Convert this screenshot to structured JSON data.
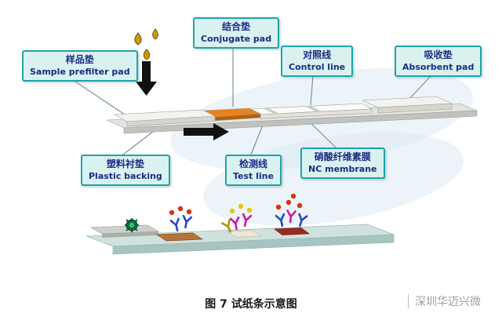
{
  "figure": {
    "caption": "图 7 试纸条示意图",
    "watermark": "深圳华迈兴微"
  },
  "labels": {
    "sample_pad": {
      "zh": "样品垫",
      "en": "Sample prefilter pad"
    },
    "conjugate_pad": {
      "zh": "结合垫",
      "en": "Conjugate pad"
    },
    "control_line": {
      "zh": "对照线",
      "en": "Control line"
    },
    "absorbent_pad": {
      "zh": "吸收垫",
      "en": "Absorbent pad"
    },
    "plastic_backing": {
      "zh": "塑料衬垫",
      "en": "Plastic backing"
    },
    "test_line": {
      "zh": "检测线",
      "en": "Test line"
    },
    "nc_membrane": {
      "zh": "硝酸纤维素膜",
      "en": "NC membrane"
    }
  },
  "icons": {
    "droplets": "sample-droplets-icon",
    "down_arrow": "apply-sample-arrow-icon",
    "flow_arrow": "flow-direction-arrow-icon",
    "antigen": "antigen-icon",
    "antibody": "antibody-icon",
    "particle": "colloid-particle-icon"
  },
  "colors": {
    "callout_bg": "#d9f2f0",
    "callout_border": "#1fa3a8",
    "callout_text": "#1b2b85",
    "conjugate_pad": "#e8821c",
    "droplet": "#c99a10",
    "background_ellipse": "#dce9f4",
    "strip_backing": "#e4e4e0",
    "board_teal": "#cfe2de",
    "antibody_blue": "#2847c8",
    "antibody_magenta": "#cf17a3",
    "particle_red": "#d83215",
    "particle_yellow": "#e9c512"
  }
}
